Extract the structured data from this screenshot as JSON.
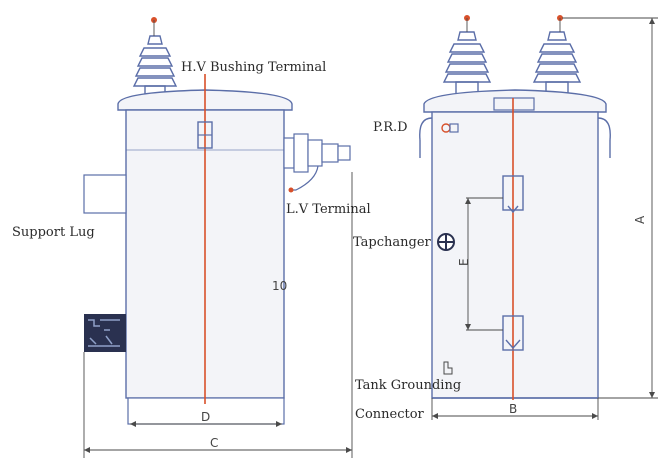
{
  "labels": {
    "hv_bushing": "H.V Bushing Terminal",
    "lv_terminal": "L.V Terminal",
    "support_lug": "Support Lug",
    "prd": "P.R.D",
    "tapchanger": "Tapchanger",
    "tank_grounding_line1": "Tank Grounding",
    "tank_grounding_line2": "Connector"
  },
  "dimensions": {
    "a": "A",
    "b": "B",
    "c": "C",
    "d": "D",
    "e": "E",
    "ten": "10"
  },
  "colors": {
    "outline": "#5b6ea8",
    "centerline": "#d8502a",
    "background": "#ffffff"
  }
}
